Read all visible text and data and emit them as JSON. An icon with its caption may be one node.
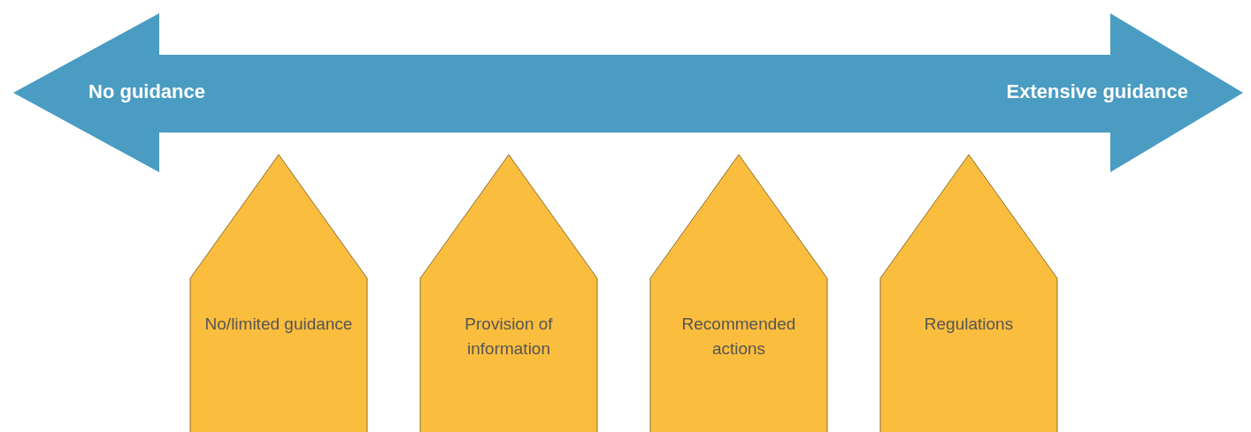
{
  "diagram": {
    "nodes": [
      {
        "text": [
          "No guidance",
          "Extensive guidance"
        ]
      },
      {
        "text": [
          "No/limited guidance"
        ]
      },
      {
        "text": [
          "Provision of information"
        ]
      },
      {
        "text": [
          "Recommended actions"
        ]
      },
      {
        "text": [
          "Regulations"
        ]
      }
    ],
    "edges": []
  }
}
